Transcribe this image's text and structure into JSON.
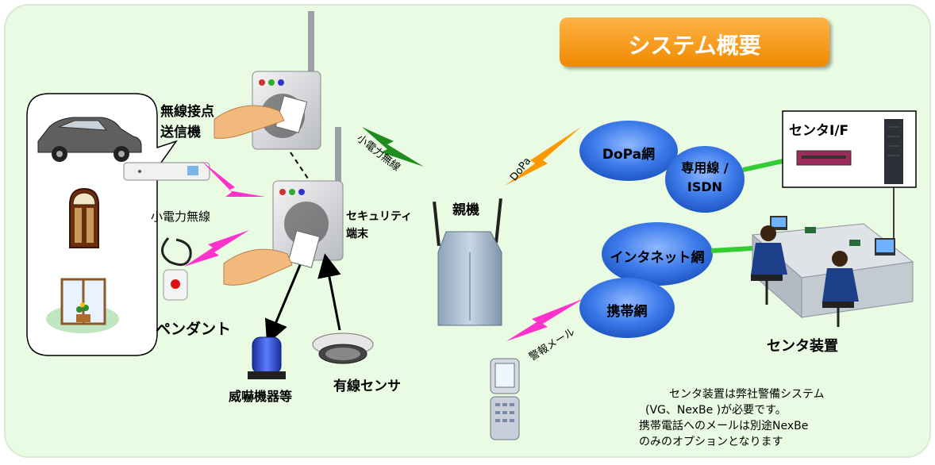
{
  "title": "システム概要",
  "labels": {
    "transmitter": [
      "無線接点",
      "送信機"
    ],
    "small_power_wireless_left": "小電力無線",
    "pendant": "ペンダント",
    "security_terminal": [
      "セキュリティ",
      "端末"
    ],
    "threat_devices": "威嚇機器等",
    "wired_sensor": "有線センサ",
    "small_power_wireless_diag": "小電力無線",
    "base_unit": "親機",
    "dopa_link": "DoPa",
    "alarm_mail": "警報メール",
    "dopa_network": "DoPa網",
    "leased_line": [
      "専用線 /",
      "ISDN"
    ],
    "internet": "インタネット網",
    "mobile_network": "携帯網",
    "center_if": "センタI/F",
    "center_equipment": "センタ装置"
  },
  "note": [
    "センタ装置は弊社警備システム",
    "(VG、NexBe )が必要です。",
    "携帯電話へのメールは別途NexBe",
    "のみのオプションとなります"
  ],
  "colors": {
    "background": "#e9fbe3",
    "network_oval": "#2f6fe0",
    "title_box": "#f39a1e",
    "wireless_bolt": "#ff33cc",
    "wireless_bolt_green": "#1e8c1e",
    "dopa_bolt": "#ff9900",
    "green_link": "#33cc33"
  }
}
